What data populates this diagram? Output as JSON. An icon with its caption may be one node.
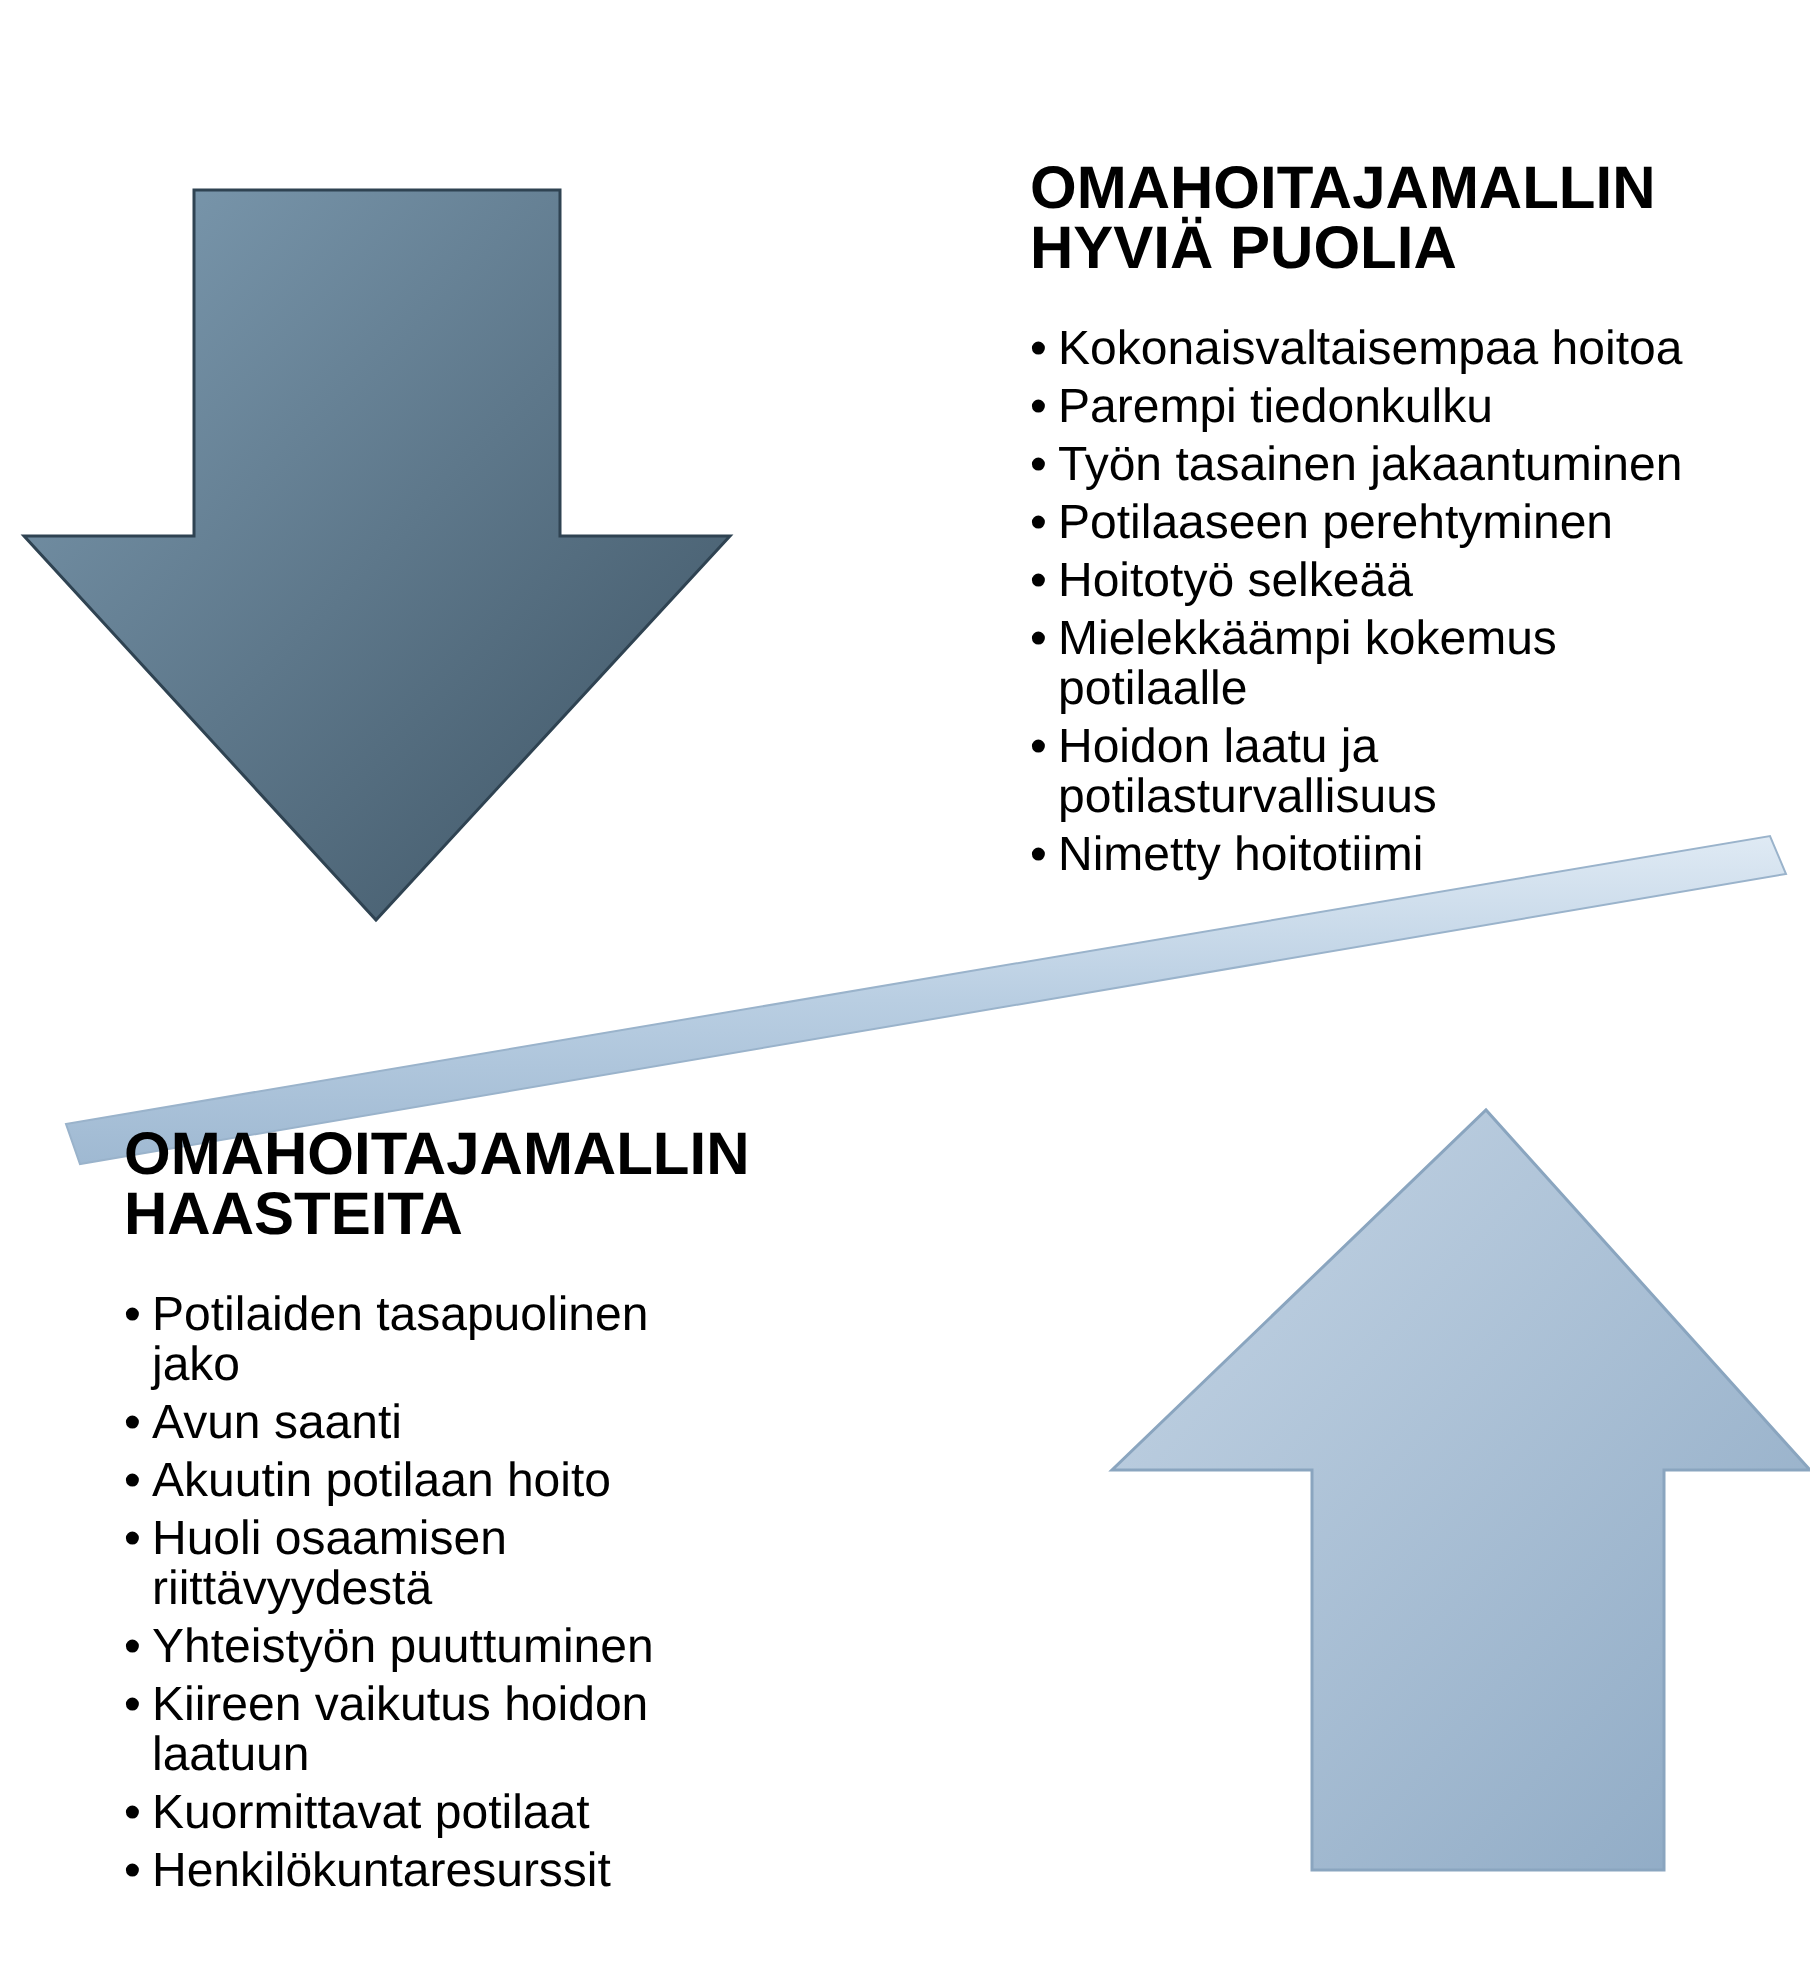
{
  "diagram": {
    "nodes": [
      {
        "text": [],
        "shape": "bar"
      }
    ],
    "labels": [
      "OMAHOITAJAMALLIN HYVIÄ PUOLIA",
      "•",
      "Kokonaisvaltaisempaa hoitoa",
      "•",
      "Parempi tiedonkulku",
      "•",
      "Työn tasainen jakaantuminen",
      "•",
      "Potilaaseen perehtyminen",
      "•",
      "Hoitotyö selkeää",
      "•",
      "Mielekkäämpi kokemus potilaalle",
      "•",
      "Hoidon laatu ja potilasturvallisuus",
      "•",
      "Nimetty hoitotiimi",
      "OMAHOITAJAMALLIN HAASTEITA",
      "•",
      "Potilaiden tasapuolinen jako",
      "•",
      "Avun saanti",
      "•",
      "Akuutin potilaan hoito",
      "•",
      "Huoli osaamisen riittävyydestä",
      "•",
      "Yhteistyön puuttuminen",
      "•",
      "Kiireen vaikutus hoidon laatuun",
      "•",
      "Kuormittavat potilaat",
      "•",
      "Henkilökuntaresurssit"
    ]
  }
}
